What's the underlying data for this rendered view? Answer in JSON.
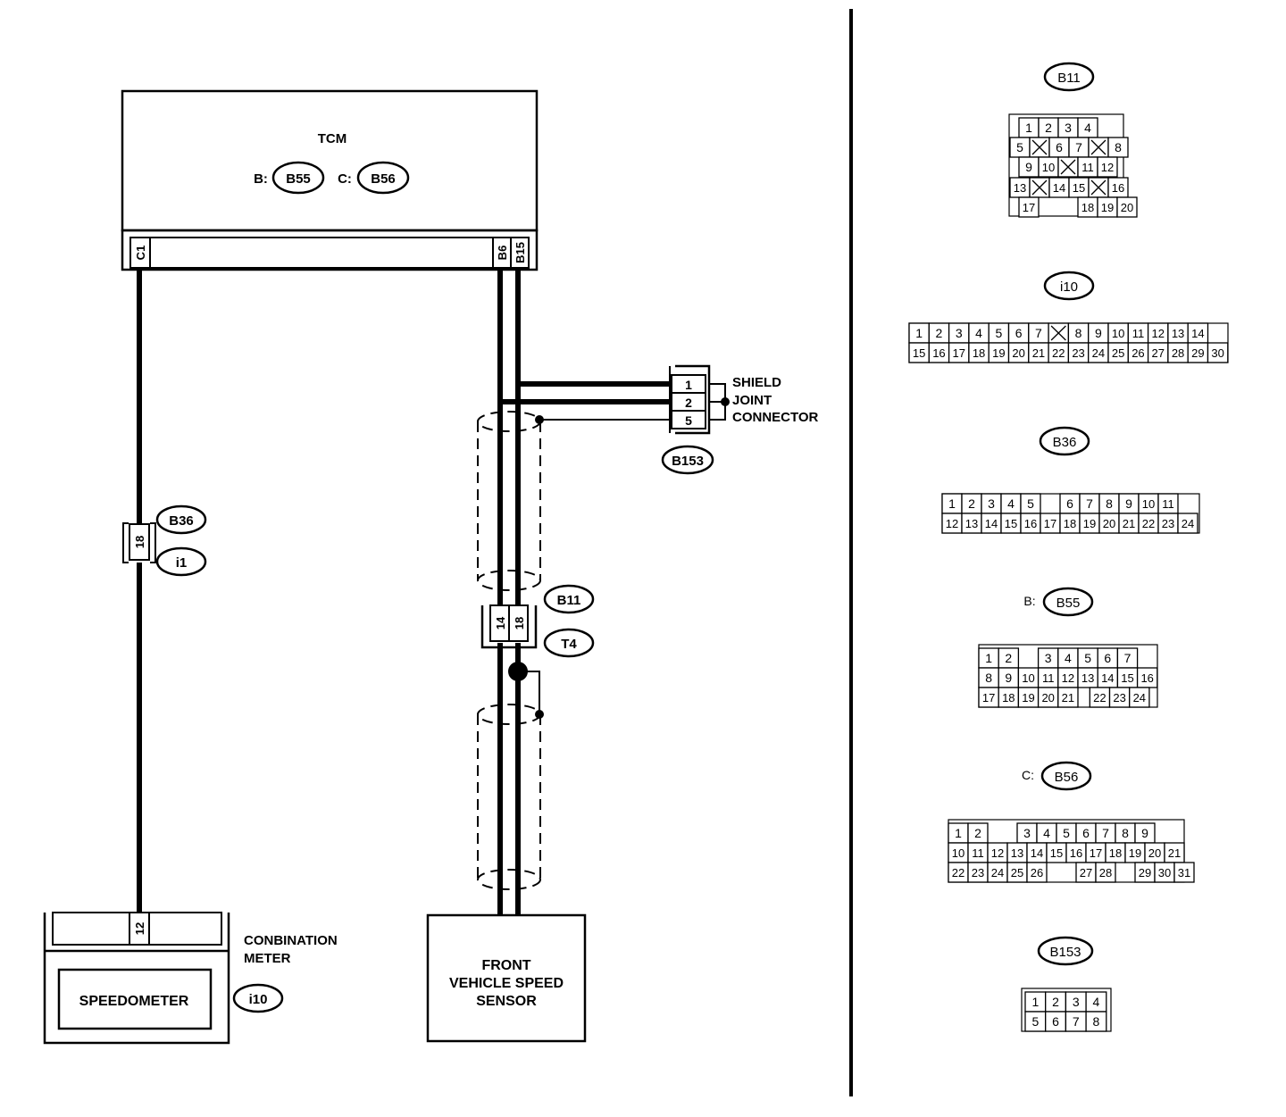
{
  "tcm": {
    "title": "TCM",
    "prefix_b": "B:",
    "conn_b": "B55",
    "prefix_c": "C:",
    "conn_c": "B56",
    "pins": [
      "C1",
      "B6",
      "B15"
    ]
  },
  "shield_joint": {
    "label_lines": [
      "SHIELD",
      "JOINT",
      "CONNECTOR"
    ],
    "pins": [
      "1",
      "2",
      "5"
    ],
    "conn": "B153"
  },
  "b36": {
    "pin": "18",
    "conn_top": "B36",
    "conn_bottom": "i1"
  },
  "b11": {
    "pins": [
      "14",
      "18"
    ],
    "conn_top": "B11",
    "conn_bottom": "T4"
  },
  "meter": {
    "pin": "12",
    "label_lines": [
      "CONBINATION",
      "METER"
    ],
    "inner": "SPEEDOMETER",
    "conn": "i10"
  },
  "sensor": {
    "label_lines": [
      "FRONT",
      "VEHICLE SPEED",
      "SENSOR"
    ]
  },
  "connectors": {
    "B11": {
      "name": "B11",
      "rows": [
        [
          "1",
          "2",
          "3",
          "4"
        ],
        [
          "5",
          "X",
          "6",
          "7",
          "X",
          "8"
        ],
        [
          "9",
          "10",
          "X",
          "11",
          "12"
        ],
        [
          "13",
          "X",
          "14",
          "15",
          "X",
          "16"
        ],
        [
          "17",
          "18",
          "19",
          "20"
        ]
      ]
    },
    "i10": {
      "name": "i10",
      "rows": [
        [
          "1",
          "2",
          "3",
          "4",
          "5",
          "6",
          "7",
          "X",
          "8",
          "9",
          "10",
          "11",
          "12",
          "13",
          "14"
        ],
        [
          "15",
          "16",
          "17",
          "18",
          "19",
          "20",
          "21",
          "22",
          "23",
          "24",
          "25",
          "26",
          "27",
          "28",
          "29",
          "30"
        ]
      ]
    },
    "B36": {
      "name": "B36",
      "rows": [
        [
          "1",
          "2",
          "3",
          "4",
          "5",
          "6",
          "7",
          "8",
          "9",
          "10",
          "11"
        ],
        [
          "12",
          "13",
          "14",
          "15",
          "16",
          "17",
          "18",
          "19",
          "20",
          "21",
          "22",
          "23",
          "24"
        ]
      ]
    },
    "B55": {
      "prefix": "B:",
      "name": "B55",
      "rows": [
        [
          "1",
          "2",
          "3",
          "4",
          "5",
          "6",
          "7"
        ],
        [
          "8",
          "9",
          "10",
          "11",
          "12",
          "13",
          "14",
          "15",
          "16"
        ],
        [
          "17",
          "18",
          "19",
          "20",
          "21",
          "22",
          "23",
          "24"
        ]
      ]
    },
    "B56": {
      "prefix": "C:",
      "name": "B56",
      "rows": [
        [
          "1",
          "2",
          "3",
          "4",
          "5",
          "6",
          "7",
          "8",
          "9"
        ],
        [
          "10",
          "11",
          "12",
          "13",
          "14",
          "15",
          "16",
          "17",
          "18",
          "19",
          "20",
          "21"
        ],
        [
          "22",
          "23",
          "24",
          "25",
          "26",
          "27",
          "28",
          "29",
          "30",
          "31"
        ]
      ]
    },
    "B153": {
      "name": "B153",
      "rows": [
        [
          "1",
          "2",
          "3",
          "4"
        ],
        [
          "5",
          "6",
          "7",
          "8"
        ]
      ]
    }
  }
}
